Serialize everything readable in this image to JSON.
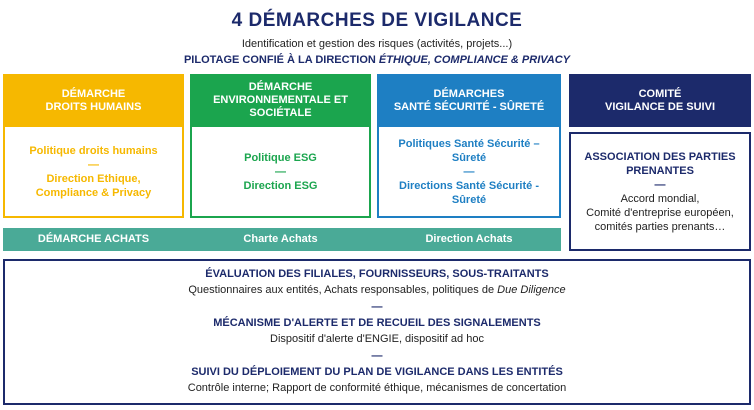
{
  "header": {
    "title": "4 DÉMARCHES DE VIGILANCE",
    "subtitle": "Identification et gestion des risques (activités, projets...)",
    "pilotage_prefix": "PILOTAGE CONFIÉ À LA DIRECTION ",
    "pilotage_italic": "ÉTHIQUE, COMPLIANCE & PRIVACY"
  },
  "columns": [
    {
      "head_line1": "DÉMARCHE",
      "head_line2": "DROITS HUMAINS",
      "line1": "Politique droits humains",
      "dash": "—",
      "line2": "Direction Ethique,",
      "line3": "Compliance & Privacy"
    },
    {
      "head_line1": "DÉMARCHE",
      "head_line2": "ENVIRONNEMENTALE ET",
      "head_line3": "SOCIÉTALE",
      "line1": "Politique ESG",
      "dash": "—",
      "line2": "Direction ESG"
    },
    {
      "head_line1": "DÉMARCHES",
      "head_line2": "SANTÉ SÉCURITÉ - SÛRETÉ",
      "line1": "Politiques Santé Sécurité –",
      "line1b": "Sûreté",
      "dash": "—",
      "line2": "Directions Santé Sécurité -",
      "line2b": "Sûreté"
    },
    {
      "head_line1": "COMITÉ",
      "head_line2": "VIGILANCE DE SUIVI",
      "assoc1": "ASSOCIATION DES PARTIES",
      "assoc2": "PRENANTES",
      "dash": "—",
      "p1": "Accord mondial,",
      "p2": "Comité d'entreprise européen,",
      "p3": "comités parties prenants…"
    }
  ],
  "achats": {
    "col1": "DÉMARCHE ACHATS",
    "col2": "Charte Achats",
    "col3": "Direction Achats"
  },
  "bottom": {
    "h1": "ÉVALUATION DES FILIALES, FOURNISSEURS, SOUS-TRAITANTS",
    "t1_prefix": "Questionnaires aux entités, Achats responsables, politiques de ",
    "t1_italic": "Due Diligence",
    "sep": "—",
    "h2": "MÉCANISME D'ALERTE ET DE RECUEIL DES SIGNALEMENTS",
    "t2": "Dispositif d'alerte d'ENGIE, dispositif ad hoc",
    "h3": "SUIVI DU DÉPLOIEMENT DU PLAN DE VIGILANCE DANS LES ENTITÉS",
    "t3": "Contrôle interne; Rapport de conformité éthique, mécanismes de concertation"
  },
  "colors": {
    "droits_humains": "#f6b800",
    "environnementale": "#1ba54e",
    "sante_securite": "#1e7fc3",
    "comite": "#1c2a6b",
    "achats": "#4aaa97"
  }
}
